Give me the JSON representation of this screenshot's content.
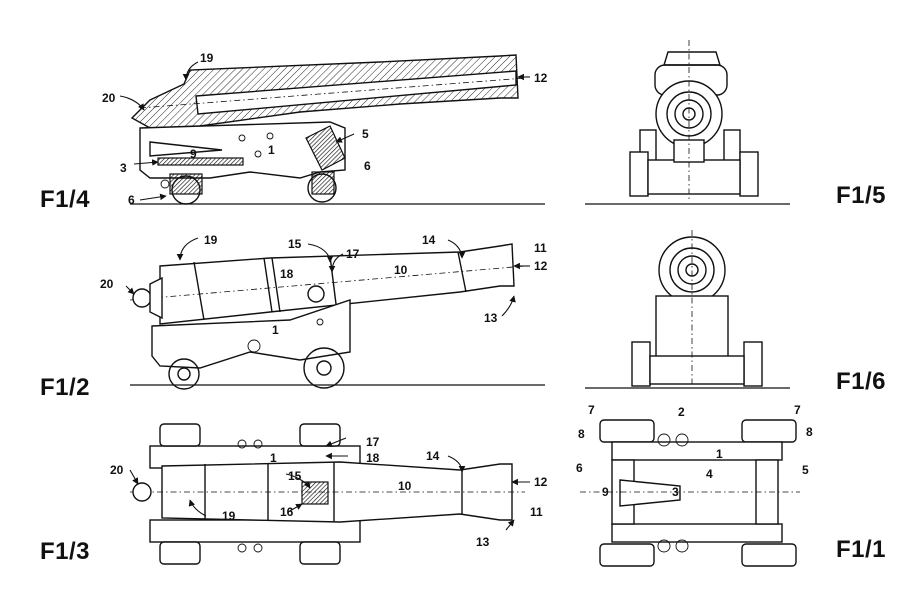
{
  "figure_labels": {
    "f14": "F1/4",
    "f15": "F1/5",
    "f12": "F1/2",
    "f16": "F1/6",
    "f13": "F1/3",
    "f11": "F1/1"
  },
  "callouts": {
    "side_section": [
      "19",
      "20",
      "12",
      "5",
      "9",
      "1",
      "3",
      "6",
      "6"
    ],
    "side_view": [
      "19",
      "15",
      "17",
      "14",
      "11",
      "12",
      "20",
      "18",
      "10",
      "1",
      "13"
    ],
    "top_view": [
      "17",
      "18",
      "14",
      "20",
      "1",
      "15",
      "10",
      "12",
      "16",
      "11",
      "19",
      "13"
    ],
    "carriage_top": [
      "7",
      "2",
      "7",
      "8",
      "8",
      "6",
      "4",
      "1",
      "5",
      "9",
      "3"
    ]
  }
}
